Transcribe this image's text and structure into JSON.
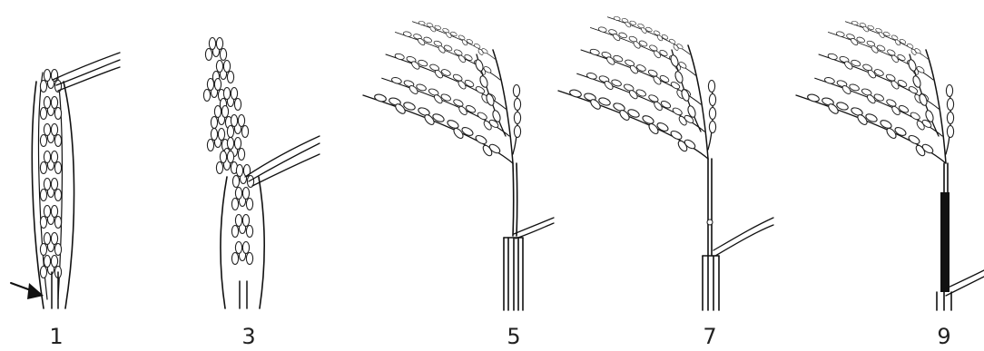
{
  "stages": [
    {
      "label": "1",
      "icon": "rice-panicle-booting-icon"
    },
    {
      "label": "3",
      "icon": "rice-panicle-emerging-icon"
    },
    {
      "label": "5",
      "icon": "rice-panicle-exserted-icon"
    },
    {
      "label": "7",
      "icon": "rice-panicle-exserted-icon"
    },
    {
      "label": "9",
      "icon": "rice-panicle-fully-exserted-icon"
    }
  ]
}
